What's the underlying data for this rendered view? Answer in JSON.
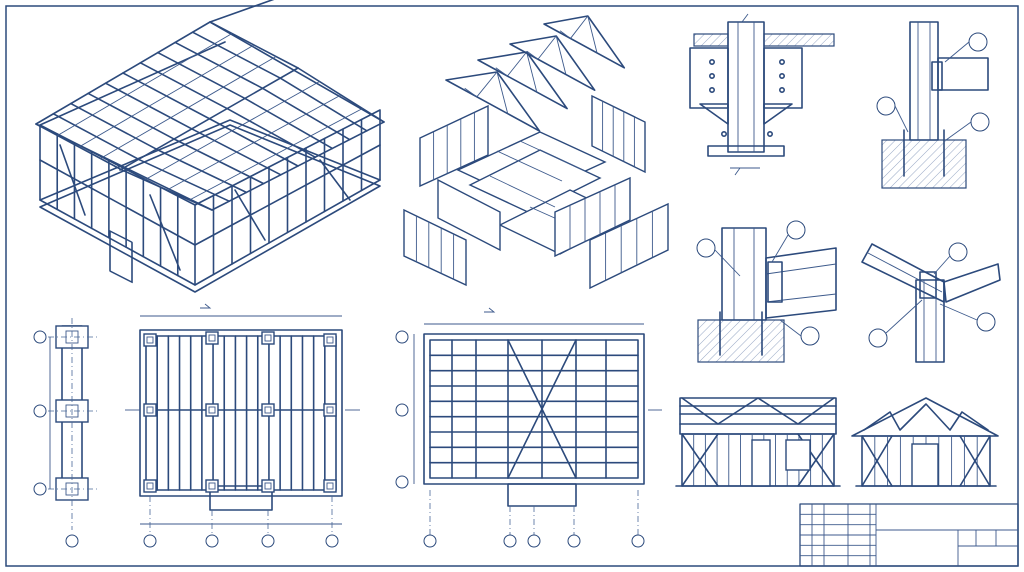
{
  "sheet": {
    "views": [
      "isometric-house-frame",
      "exploded-panel-assembly",
      "column-beam-connection-detail",
      "column-base-detail",
      "column-base-plate-detail",
      "rafter-column-knee-detail",
      "foundation-column-strip",
      "foundation-plan",
      "floor-framing-plan",
      "side-elevation",
      "end-elevation-gable"
    ],
    "title_block": {
      "rows": 6,
      "label": ""
    }
  },
  "colors": {
    "line": "#2c4a7c",
    "paper": "#ffffff"
  }
}
